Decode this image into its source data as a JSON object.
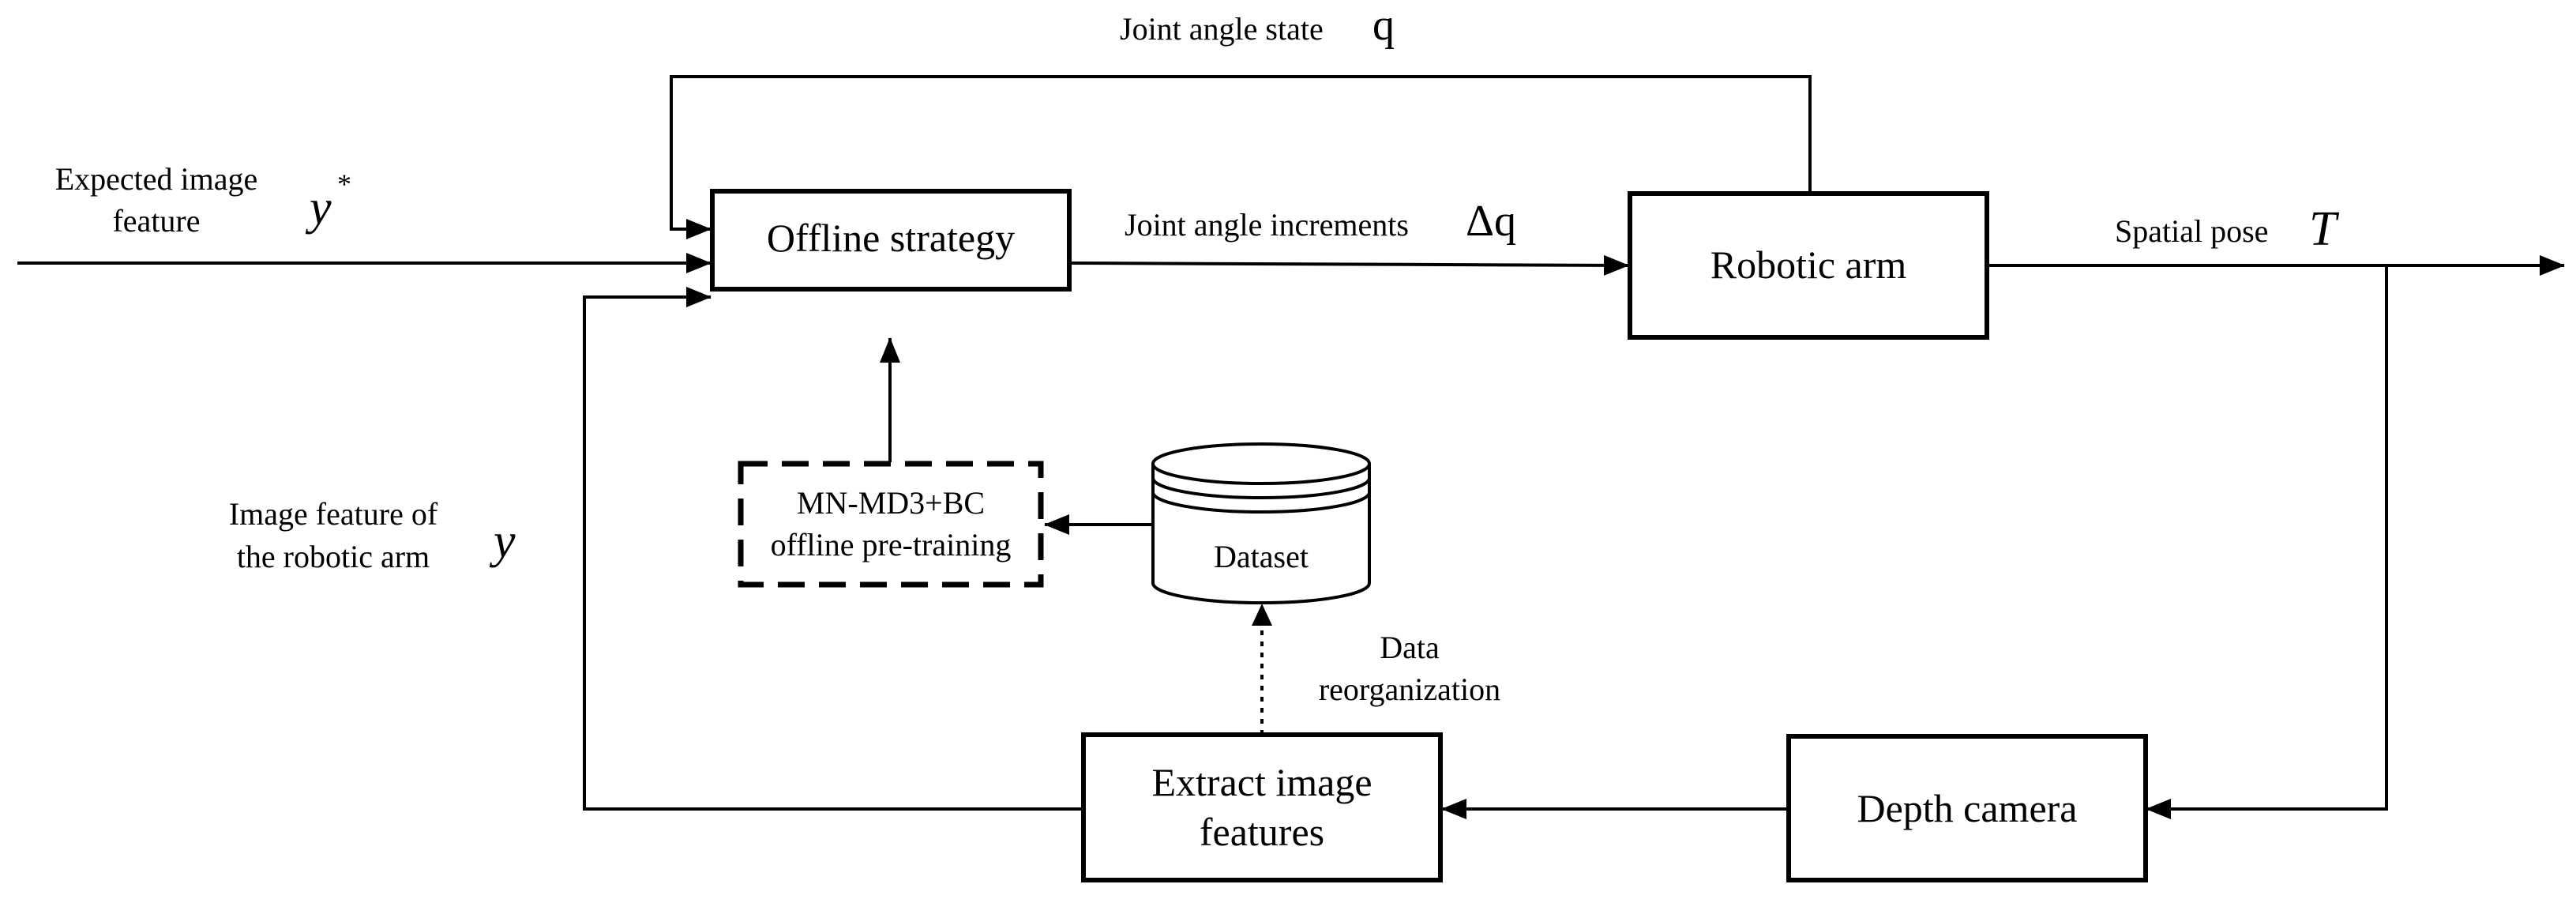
{
  "blocks": {
    "offline_strategy": "Offline strategy",
    "robotic_arm": "Robotic arm",
    "pretraining": {
      "line1": "MN-MD3+BC",
      "line2": "offline pre-training"
    },
    "dataset": "Dataset",
    "extract_features": {
      "line1": "Extract image",
      "line2": "features"
    },
    "depth_camera": "Depth camera"
  },
  "signals": {
    "expected_feature": {
      "line1": "Expected image",
      "line2": "feature",
      "symbol": "y",
      "superscript": "*"
    },
    "joint_angle_state": {
      "text": "Joint angle state",
      "symbol": "q"
    },
    "joint_angle_increments": {
      "text": "Joint angle increments",
      "symbol": "Δq"
    },
    "spatial_pose": {
      "text": "Spatial pose",
      "symbol": "T"
    },
    "arm_feature": {
      "line1": "Image feature of",
      "line2": "the robotic arm",
      "symbol": "y"
    },
    "data_reorganization": {
      "line1": "Data",
      "line2": "reorganization"
    }
  }
}
